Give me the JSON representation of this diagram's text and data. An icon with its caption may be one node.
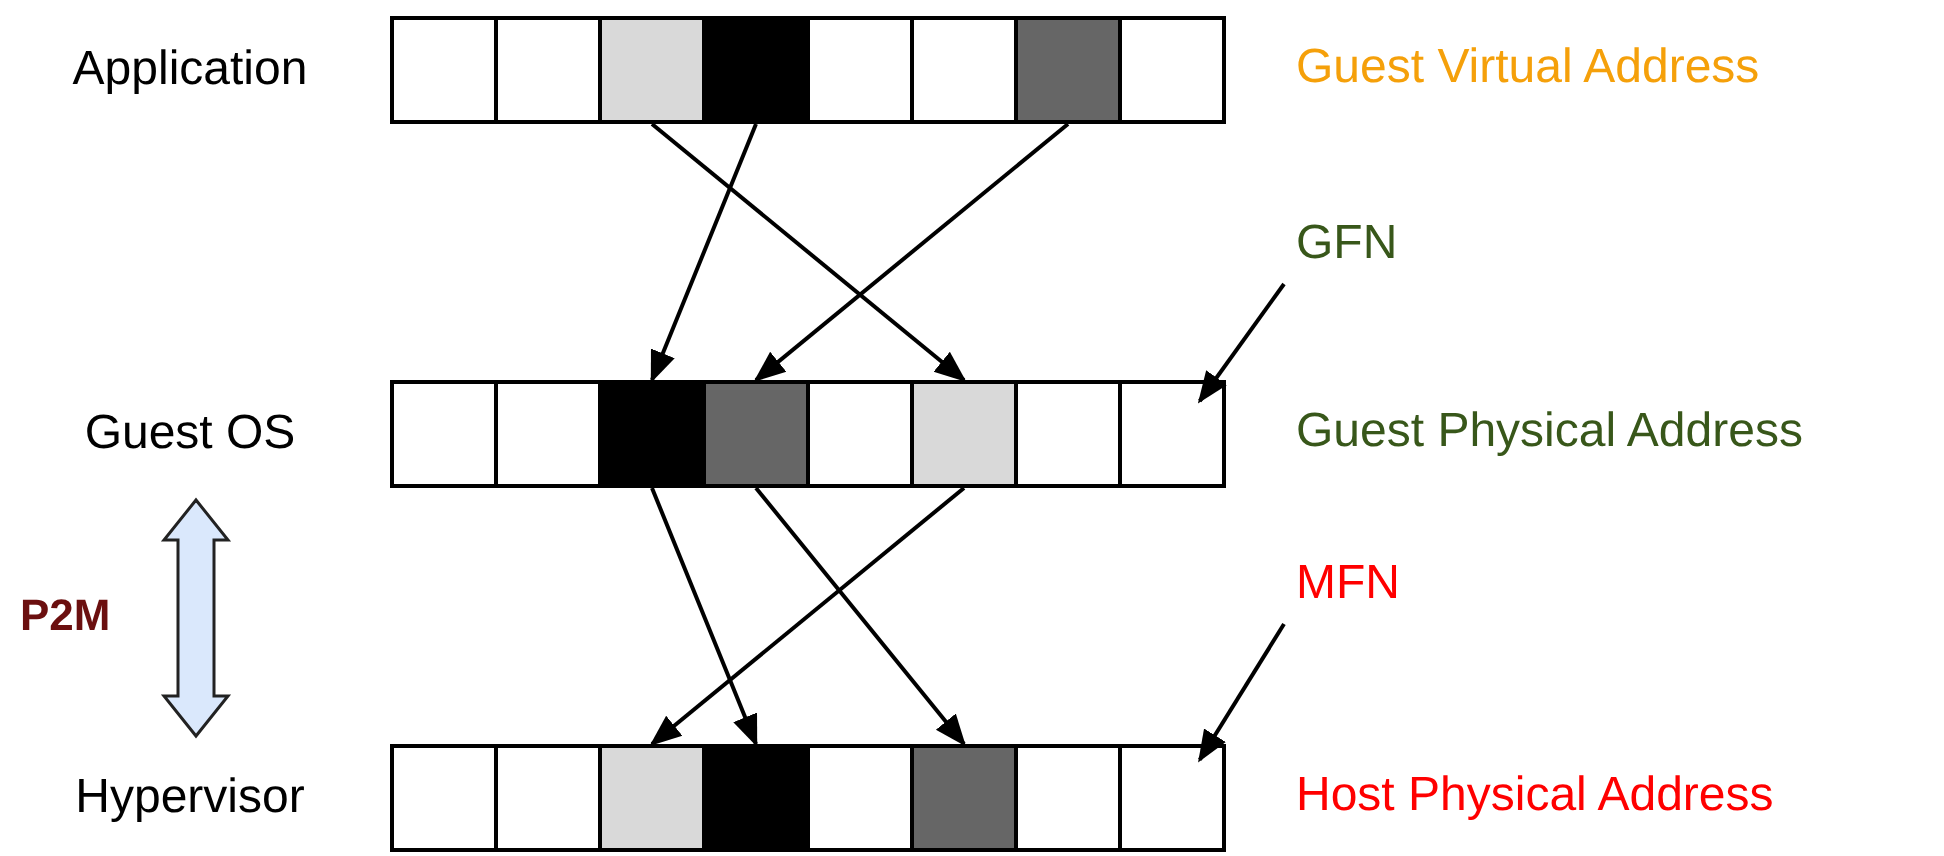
{
  "diagram": {
    "nodes": [
      {
        "text": [
          "Application"
        ],
        "beside": [
          "Guest Virtual Address"
        ]
      },
      {
        "text": [],
        "shape": "box",
        "in": 0
      },
      {
        "text": [],
        "shape": "box",
        "in": 0
      },
      {
        "text": [],
        "shape": "box",
        "in": 0
      },
      {
        "text": [],
        "shape": "box",
        "in": 0
      },
      {
        "text": [],
        "shape": "box",
        "in": 0
      },
      {
        "text": [],
        "shape": "box",
        "in": 0
      },
      {
        "text": [],
        "shape": "box",
        "in": 0
      },
      {
        "text": [],
        "shape": "box",
        "in": 0
      },
      {
        "text": [
          "Guest OS"
        ],
        "beside": [
          "Guest Physical Address"
        ]
      },
      {
        "text": [],
        "shape": "box",
        "in": 9
      },
      {
        "text": [],
        "shape": "box",
        "in": 9
      },
      {
        "text": [],
        "shape": "box",
        "in": 9
      },
      {
        "text": [],
        "shape": "box",
        "in": 9
      },
      {
        "text": [],
        "shape": "box",
        "in": 9
      },
      {
        "text": [],
        "shape": "box",
        "in": 9
      },
      {
        "text": [],
        "shape": "box",
        "in": 9
      },
      {
        "text": [],
        "shape": "box",
        "in": 9
      },
      {
        "text": [
          "Hypervisor"
        ],
        "beside": [
          "Host Physical Address"
        ]
      },
      {
        "text": [],
        "shape": "box",
        "in": 18
      },
      {
        "text": [],
        "shape": "box",
        "in": 18
      },
      {
        "text": [],
        "shape": "box",
        "in": 18
      },
      {
        "text": [],
        "shape": "box",
        "in": 18
      },
      {
        "text": [],
        "shape": "box",
        "in": 18
      },
      {
        "text": [],
        "shape": "box",
        "in": 18
      },
      {
        "text": [],
        "shape": "box",
        "in": 18
      },
      {
        "text": [],
        "shape": "box",
        "in": 18
      },
      {
        "text": [
          "GFN"
        ]
      },
      {
        "text": [
          "MFN"
        ]
      }
    ],
    "edges": [
      {
        "from": 3,
        "to": 15,
        "arrow": "to"
      },
      {
        "from": 4,
        "to": 12,
        "arrow": "to"
      },
      {
        "from": 7,
        "to": 13,
        "arrow": "to"
      },
      {
        "from": 12,
        "to": 22,
        "arrow": "to"
      },
      {
        "from": 13,
        "to": 24,
        "arrow": "to"
      },
      {
        "from": 15,
        "to": 21,
        "arrow": "to"
      },
      {
        "from": 27,
        "to": 17,
        "arrow": "to"
      },
      {
        "from": 28,
        "to": 26,
        "arrow": "to"
      },
      {
        "from": 9,
        "to": 18,
        "arrow": "both",
        "label": "P2M",
        "style": "thick"
      }
    ]
  }
}
